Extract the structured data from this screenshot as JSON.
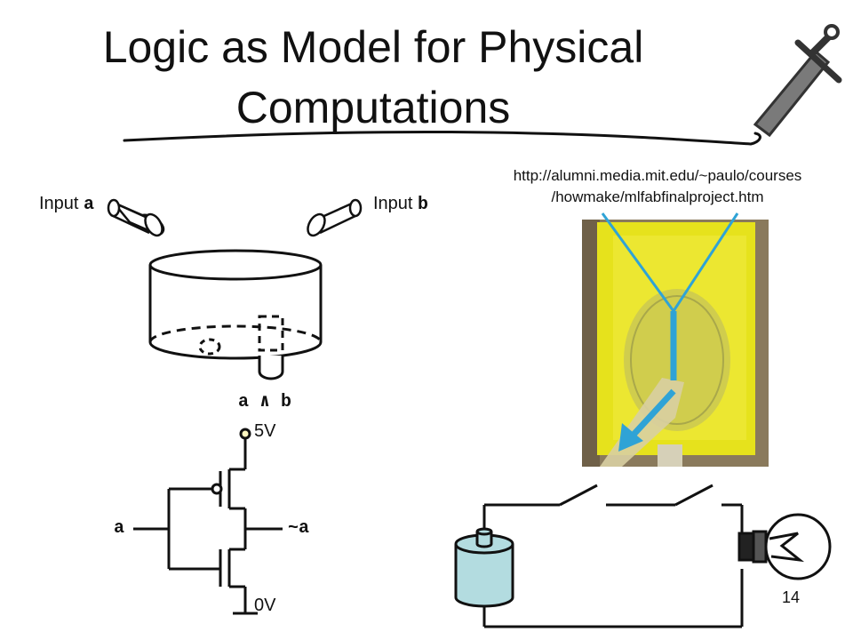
{
  "slide": {
    "title_line1": "Logic as Model for Physical",
    "title_line2": "Computations",
    "page_number": "14",
    "url_line1": "http://alumni.media.mit.edu/~paulo/courses",
    "url_line2": "/howmake/mlfabfinalproject.htm"
  },
  "fluid_gate": {
    "input_a_prefix": "Input ",
    "input_a_var": "a",
    "input_b_prefix": "Input ",
    "input_b_var": "b",
    "output_label": "a ∧ b"
  },
  "inverter": {
    "vdd_label": "5V",
    "gnd_label": "0V",
    "input_label": "a",
    "output_label": "~a"
  },
  "colors": {
    "arrow_blue": "#2fa3d6",
    "battery_fill": "#b3dce0",
    "photo_yellow": "#e6e21c",
    "photo_bg": "#8a7a5c"
  },
  "icons": [
    "sword-icon",
    "battery-icon",
    "lightbulb-icon",
    "switch-icon"
  ]
}
